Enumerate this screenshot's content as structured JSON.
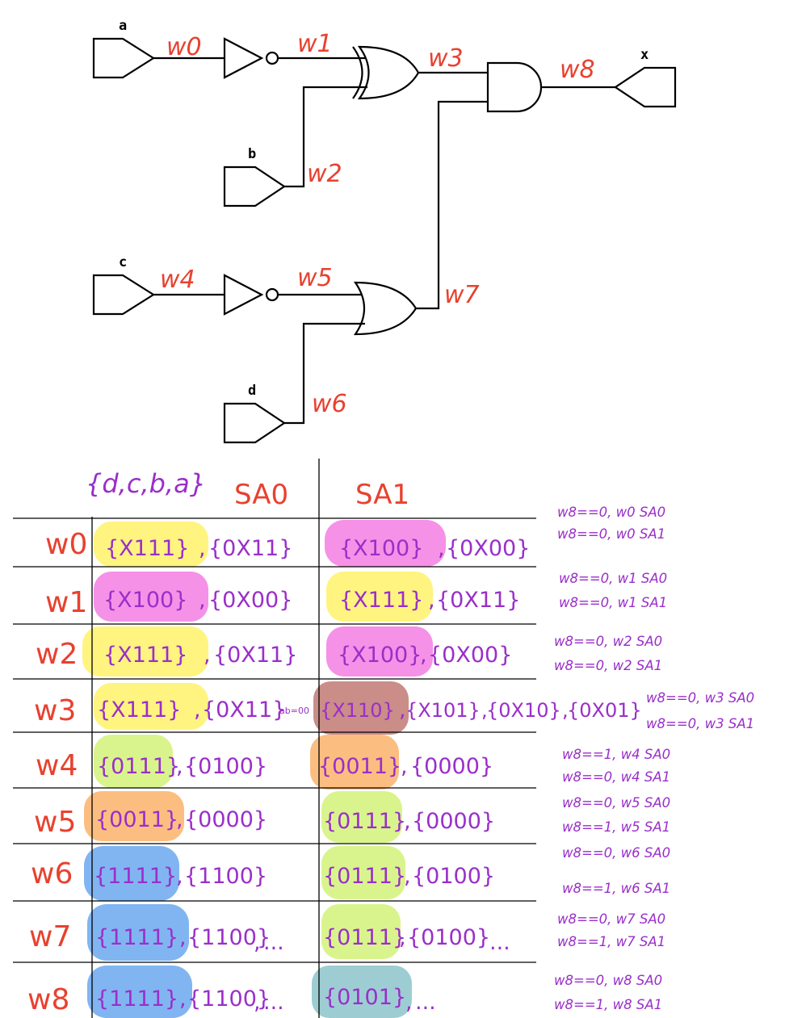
{
  "circuit": {
    "inputs": [
      "a",
      "b",
      "c",
      "d"
    ],
    "output": "x",
    "wires": [
      "w0",
      "w1",
      "w2",
      "w3",
      "w4",
      "w5",
      "w6",
      "w7",
      "w8"
    ]
  },
  "table": {
    "header_inputs": "{d,c,b,a}",
    "header_sa0": "SA0",
    "header_sa1": "SA1",
    "rows": [
      {
        "wire": "w0",
        "sa0": [
          "{X111}",
          "{0X11}"
        ],
        "sa1": [
          "{X100}",
          "{0X00}"
        ],
        "ann0": "w8==0, w0 SA0",
        "ann1": "w8==0, w0 SA1"
      },
      {
        "wire": "w1",
        "sa0": [
          "{X100}",
          "{0X00}"
        ],
        "sa1": [
          "{X111}",
          "{0X11}"
        ],
        "ann0": "w8==0, w1 SA0",
        "ann1": "w8==0, w1 SA1"
      },
      {
        "wire": "w2",
        "sa0": [
          "{X111}",
          "{0X11}"
        ],
        "sa1": [
          "{X100}",
          "{0X00}"
        ],
        "ann0": "w8==0, w2 SA0",
        "ann1": "w8==0, w2 SA1"
      },
      {
        "wire": "w3",
        "sa0": [
          "{X111}",
          "{0X11}"
        ],
        "sa0_note": "ab=00",
        "sa1": [
          "{X110}",
          "{X101}",
          "{0X10}",
          "{0X01}"
        ],
        "ann0": "w8==0, w3 SA0",
        "ann1": "w8==0, w3 SA1"
      },
      {
        "wire": "w4",
        "sa0": [
          "{0111}",
          "{0100}"
        ],
        "sa1": [
          "{0011}",
          "{0000}"
        ],
        "ann0": "w8==1, w4 SA0",
        "ann1": "w8==0, w4 SA1"
      },
      {
        "wire": "w5",
        "sa0": [
          "{0011}",
          "{0000}"
        ],
        "sa1": [
          "{0111}",
          "{0000}"
        ],
        "ann0": "w8==0, w5 SA0",
        "ann1": "w8==1, w5 SA1"
      },
      {
        "wire": "w6",
        "sa0": [
          "{1111}",
          "{1100}"
        ],
        "sa1": [
          "{0111}",
          "{0100}"
        ],
        "ann0": "w8==0, w6 SA0",
        "ann1": "w8==1, w6 SA1"
      },
      {
        "wire": "w7",
        "sa0": [
          "{1111}",
          "{1100}",
          "..."
        ],
        "sa1": [
          "{0111}",
          "{0100}",
          "..."
        ],
        "ann0": "w8==0, w7 SA0",
        "ann1": "w8==1, w7 SA1"
      },
      {
        "wire": "w8",
        "sa0": [
          "{1111}",
          "{1100}",
          "..."
        ],
        "sa1": [
          "{0101}",
          "..."
        ],
        "ann0": "w8==0, w8 SA0",
        "ann1": "w8==1, w8 SA1"
      }
    ]
  },
  "colors": {
    "wire_label": "#e8412f",
    "annotation": "#9a2fc9",
    "yellow": "#fff36b",
    "magenta": "#f47ee3",
    "green": "#d4f37a",
    "orange": "#fbb36a",
    "blue": "#6ca9ef",
    "brown": "#c17a74",
    "teal": "#8cc5cc"
  }
}
